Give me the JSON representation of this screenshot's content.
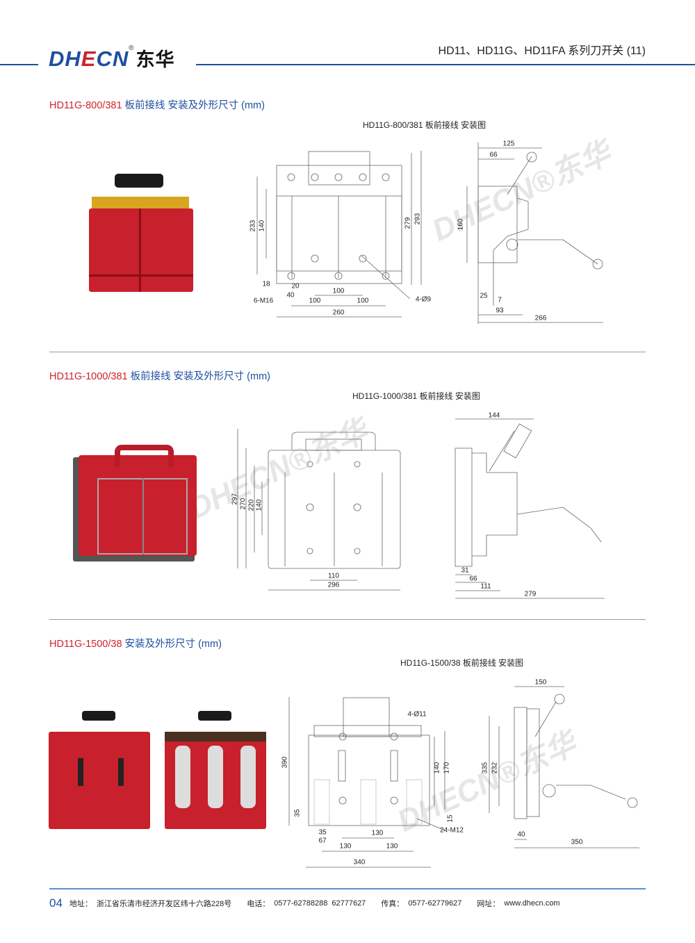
{
  "header": {
    "brand_a": "DH",
    "brand_e": "E",
    "brand_b": "CN",
    "reg": "®",
    "brand_cn": "东华",
    "title": "HD11、HD11G、HD11FA 系列刀开关 (11)"
  },
  "colors": {
    "accent": "#1f4fa0",
    "model": "#d0222a",
    "product_red": "#c8202c"
  },
  "sections": [
    {
      "model": "HD11G-800/381",
      "desc": " 板前接线 安装及外形尺寸 (mm)",
      "drawing_title": "HD11G-800/381 板前接线 安装图",
      "front": {
        "d233": "233",
        "d140": "140",
        "d279": "279",
        "d293": "293",
        "d18": "18",
        "d20": "20",
        "d40": "40",
        "m16": "6-M16",
        "d100a": "100",
        "d100b": "100",
        "d100c": "100",
        "d260": "260",
        "hole": "4-Ø9"
      },
      "side": {
        "d125": "125",
        "d66": "66",
        "d160": "160",
        "d25": "25",
        "d7": "7",
        "d93": "93",
        "d266": "266"
      }
    },
    {
      "model": "HD11G-1000/381",
      "desc": " 板前接线 安装及外形尺寸 (mm)",
      "drawing_title": "HD11G-1000/381 板前接线 安装图",
      "front": {
        "d297": "297",
        "d270": "270",
        "d220": "220",
        "d140": "140",
        "d110": "110",
        "d296": "296"
      },
      "side": {
        "d144": "144",
        "d31": "31",
        "d66": "66",
        "d111": "111",
        "d279": "279"
      }
    },
    {
      "model": "HD11G-1500/38",
      "desc": " 安装及外形尺寸 (mm)",
      "drawing_title": "HD11G-1500/38 板前接线 安装图",
      "front": {
        "d390": "390",
        "hole": "4-Ø11",
        "d140": "140",
        "d170": "170",
        "d35a": "35",
        "d35b": "35",
        "d67": "67",
        "d15": "15",
        "m12": "24-M12",
        "d130a": "130",
        "d130b": "130",
        "d130c": "130",
        "d340": "340"
      },
      "side": {
        "d150": "150",
        "d335": "335",
        "d232": "232",
        "d40": "40",
        "d350": "350"
      }
    }
  ],
  "watermark": "DHECN®东华",
  "footer": {
    "page": "04",
    "addr_label": "地址：",
    "addr": "浙江省乐清市经济开发区纬十六路228号",
    "tel_label": "电话：",
    "tel1": "0577-62788288",
    "tel2": "62777627",
    "fax_label": "传真：",
    "fax": "0577-62779627",
    "web_label": "网址：",
    "web": "www.dhecn.com"
  }
}
